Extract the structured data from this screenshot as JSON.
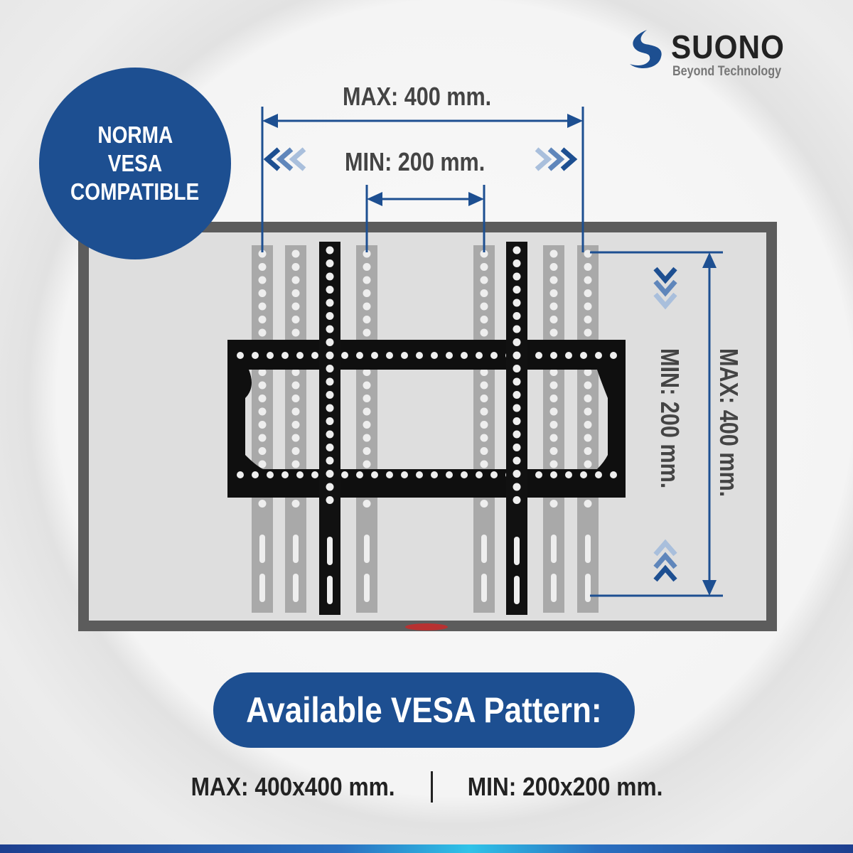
{
  "brand": {
    "name": "SUONO",
    "tagline": "Beyond Technology",
    "color": "#1d4f91"
  },
  "badge": {
    "lines": [
      "NORMA",
      "VESA",
      "COMPATIBLE"
    ]
  },
  "dimensions": {
    "horizontal_max": "MAX: 400 mm.",
    "horizontal_min": "MIN: 200 mm.",
    "vertical_max": "MAX: 400 mm.",
    "vertical_min": "MIN: 200 mm."
  },
  "pattern": {
    "title": "Available VESA Pattern:",
    "max": "MAX: 400x400 mm.",
    "min": "MIN: 200x200 mm."
  }
}
